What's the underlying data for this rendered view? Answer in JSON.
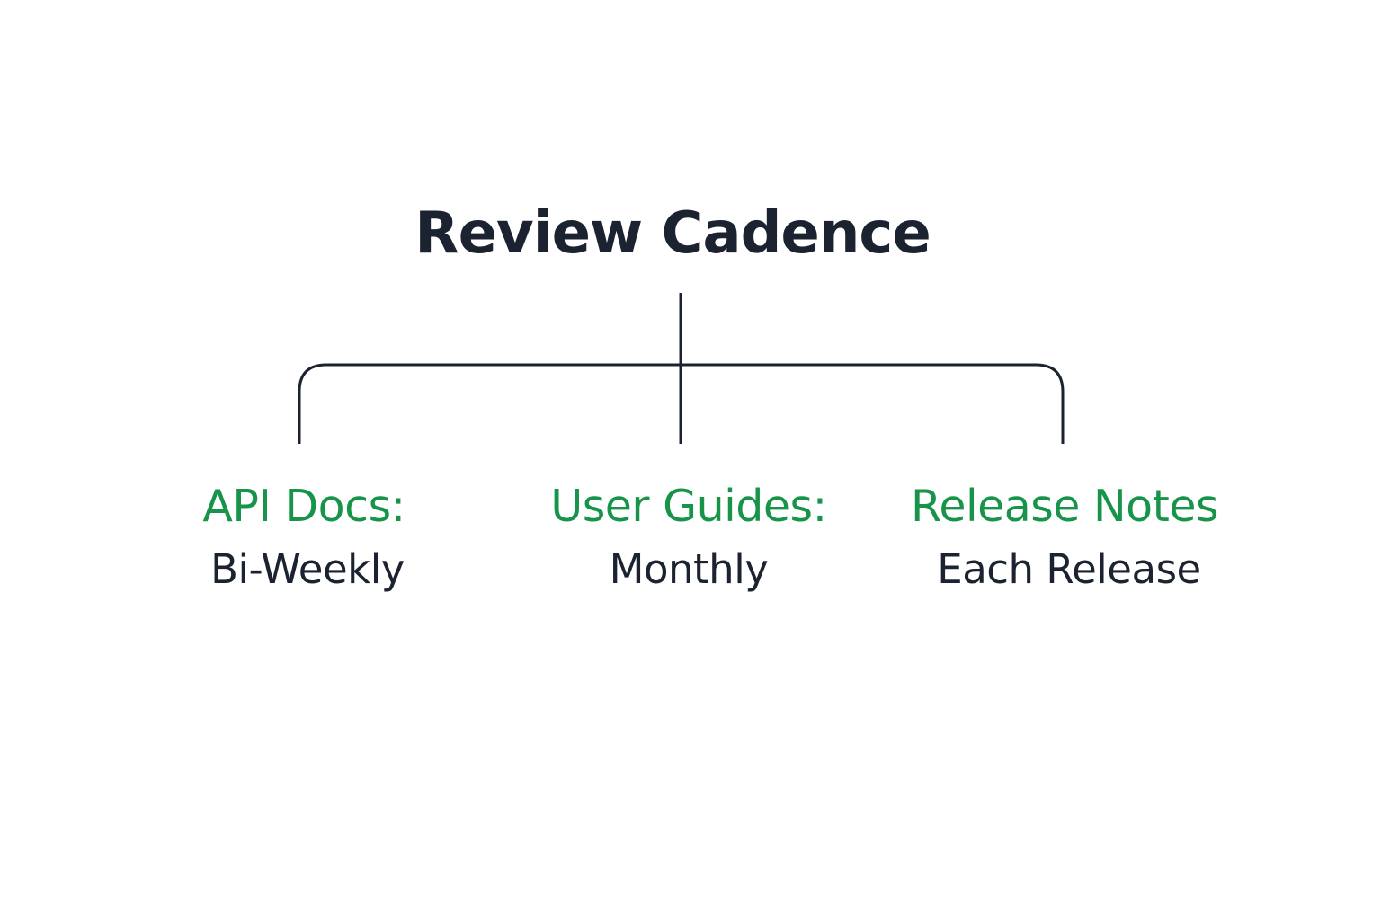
{
  "title": "Review Cadence",
  "colors": {
    "text": "#1c2330",
    "accent": "#17944a",
    "line": "#1c2330"
  },
  "nodes": [
    {
      "label": "API Docs:",
      "value": "Bi-Weekly"
    },
    {
      "label": "User Guides:",
      "value": "Monthly"
    },
    {
      "label": "Release Notes",
      "value": "Each Release"
    }
  ]
}
